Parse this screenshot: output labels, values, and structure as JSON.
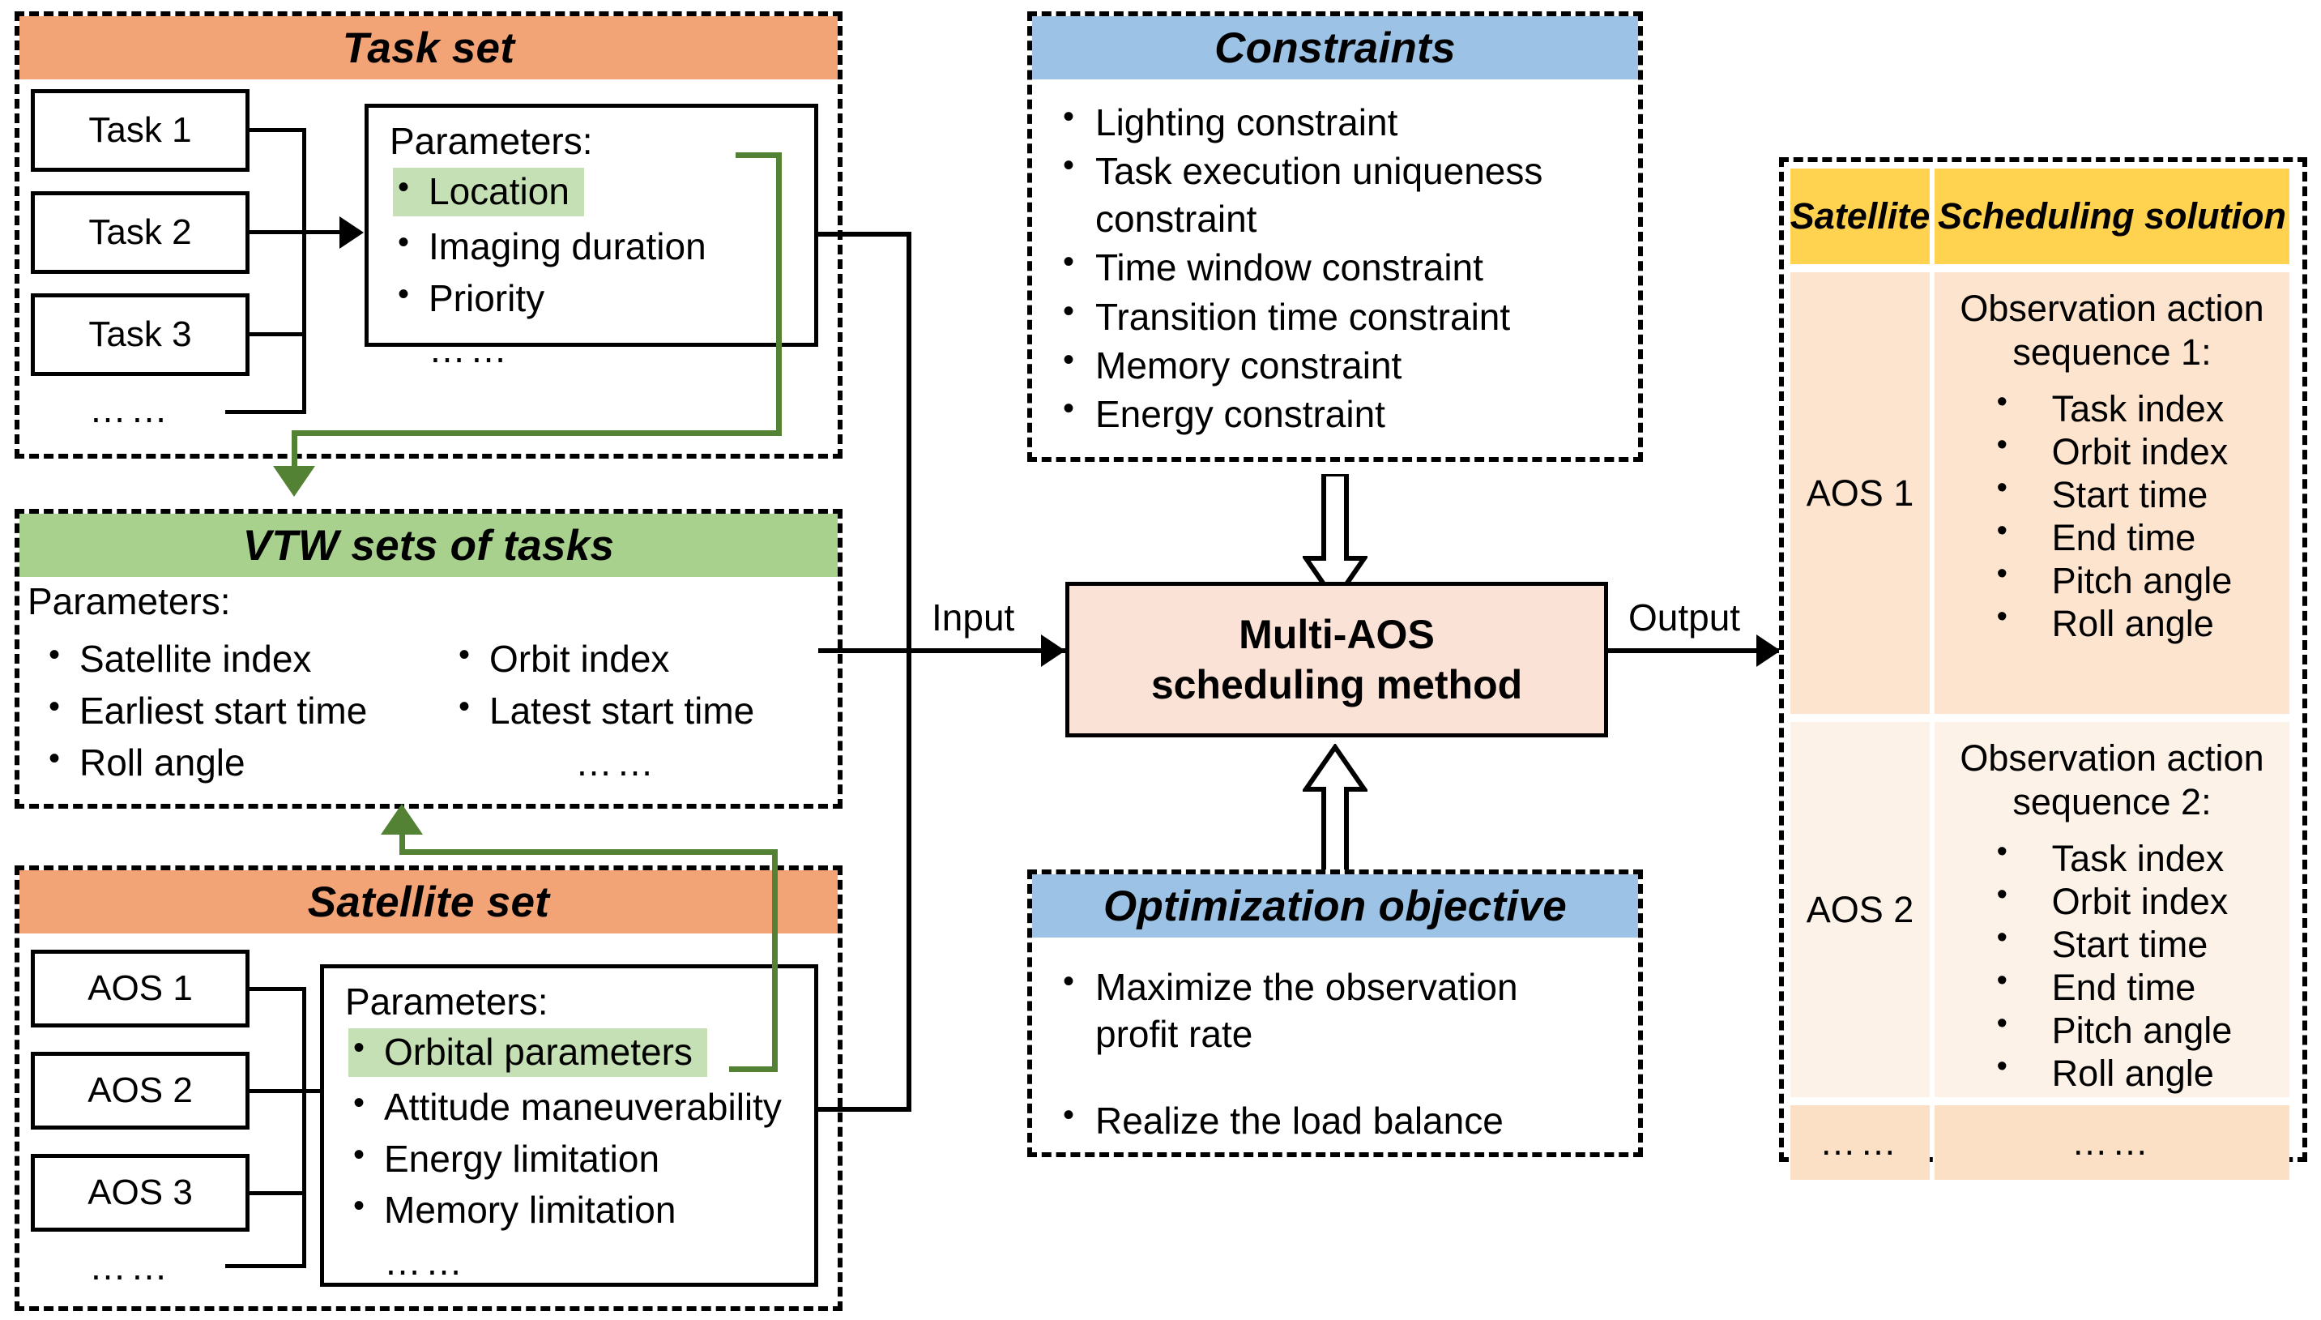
{
  "task_set": {
    "title": "Task set",
    "items": [
      "Task 1",
      "Task 2",
      "Task 3"
    ],
    "items_ellipsis": "……",
    "params_label": "Parameters:",
    "params": [
      "Location",
      "Imaging duration",
      "Priority"
    ],
    "params_ellipsis": "……",
    "highlighted_param": "Location"
  },
  "vtw_set": {
    "title": "VTW sets of tasks",
    "params_label": "Parameters:",
    "params_left": [
      "Satellite index",
      "Earliest start time",
      "Roll angle"
    ],
    "params_right": [
      "Orbit index",
      "Latest start time"
    ],
    "params_ellipsis": "……"
  },
  "satellite_set": {
    "title": "Satellite set",
    "items": [
      "AOS 1",
      "AOS 2",
      "AOS 3"
    ],
    "items_ellipsis": "……",
    "params_label": "Parameters:",
    "params": [
      "Orbital parameters",
      "Attitude maneuverability",
      "Energy limitation",
      "Memory limitation"
    ],
    "params_ellipsis": "……",
    "highlighted_param": "Orbital parameters"
  },
  "constraints": {
    "title": "Constraints",
    "items": [
      "Lighting constraint",
      "Task execution uniqueness constraint",
      "Time window constraint",
      "Transition time constraint",
      "Memory constraint",
      "Energy constraint"
    ]
  },
  "objective": {
    "title": "Optimization objective",
    "items": [
      "Maximize the observation profit rate",
      "Realize the load balance"
    ]
  },
  "method": {
    "label": "Multi-AOS\nscheduling method",
    "line1": "Multi-AOS",
    "line2": "scheduling method"
  },
  "flow": {
    "input_label": "Input",
    "output_label": "Output"
  },
  "solution_table": {
    "headers": [
      "Satellite",
      "Scheduling solution"
    ],
    "rows": [
      {
        "satellite": "AOS 1",
        "sequence_title": "Observation action sequence 1:",
        "fields": [
          "Task index",
          "Orbit index",
          "Start time",
          "End time",
          "Pitch angle",
          "Roll angle"
        ]
      },
      {
        "satellite": "AOS 2",
        "sequence_title": "Observation action sequence 2:",
        "fields": [
          "Task index",
          "Orbit index",
          "Start time",
          "End time",
          "Pitch angle",
          "Roll angle"
        ]
      },
      {
        "satellite": "……",
        "sequence_title": "……",
        "fields": []
      }
    ]
  },
  "colors": {
    "orange_header": "#F2A477",
    "green_header": "#A9D18E",
    "blue_header": "#9CC3E5",
    "yellow_header": "#FFD24F",
    "row_peach": "#FCE4CF",
    "row_light": "#FDF2E8",
    "row_tail": "#FCE0C6",
    "method_fill": "#FAE3D6",
    "highlight_green": "#C5E0B4",
    "green_arrow": "#548235"
  }
}
